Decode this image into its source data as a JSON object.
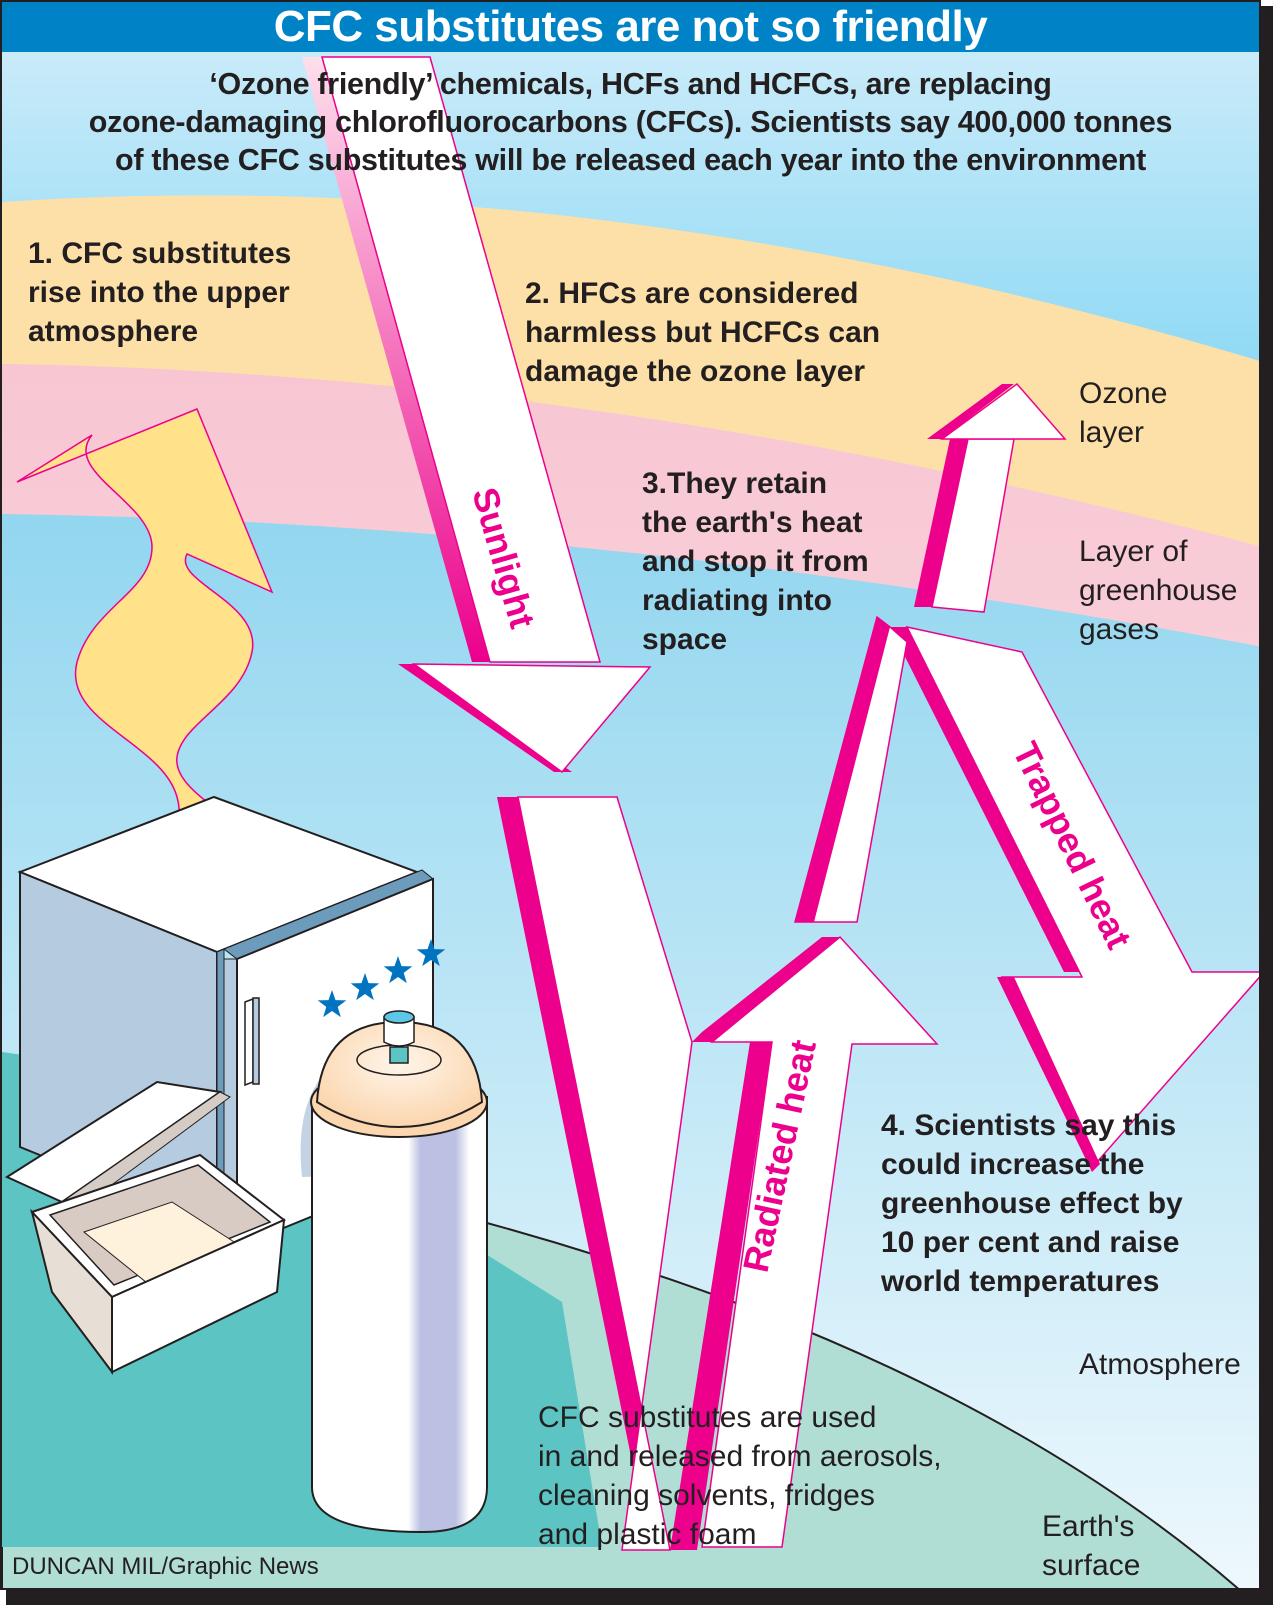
{
  "title": "CFC substitutes are not so friendly",
  "intro": {
    "lines": [
      "‘Ozone friendly’ chemicals, HCFs and HCFCs, are replacing",
      "ozone-damaging chlorofluorocarbons (CFCs). Scientists say 400,000 tonnes",
      "of these CFC substitutes will be released each year into the environment"
    ]
  },
  "steps": [
    {
      "lines": [
        "1. CFC substitutes",
        "rise into the upper",
        "atmosphere"
      ]
    },
    {
      "lines": [
        "2. HFCs are considered",
        "harmless but HCFCs can",
        "damage the ozone layer"
      ]
    },
    {
      "lines": [
        "3.They retain",
        "the earth's heat",
        "and stop it from",
        "radiating into",
        "space"
      ]
    },
    {
      "lines": [
        "4. Scientists say this",
        "could increase the",
        "greenhouse effect by",
        "10 per cent and raise",
        "world temperatures"
      ]
    }
  ],
  "layer_labels": {
    "ozone": [
      "Ozone",
      "layer"
    ],
    "greenhouse": [
      "Layer of",
      "greenhouse",
      "gases"
    ],
    "atmosphere": "Atmosphere",
    "earth": [
      "Earth's",
      "surface"
    ]
  },
  "arrow_labels": {
    "sunlight": "Sunlight",
    "radiated": "Radiated heat",
    "trapped": "Trapped heat"
  },
  "uses_note": {
    "lines": [
      "CFC substitutes are used",
      "in and  released from aerosols,",
      "cleaning solvents, fridges",
      "and plastic foam"
    ]
  },
  "credit": "DUNCAN MIL/Graphic News",
  "fridge_stars": 4,
  "colors": {
    "title_bar": "#0082c6",
    "sky_top": "#00b2ea",
    "ozone_band": "#fde0a8",
    "greenhouse_band": "#f7c6d2",
    "atmosphere": "#99d8ef",
    "earth": "#b0ddd4",
    "arrow_accent": "#ec008c",
    "cfc_plume": "#ffe28a",
    "star": "#0074c1"
  }
}
